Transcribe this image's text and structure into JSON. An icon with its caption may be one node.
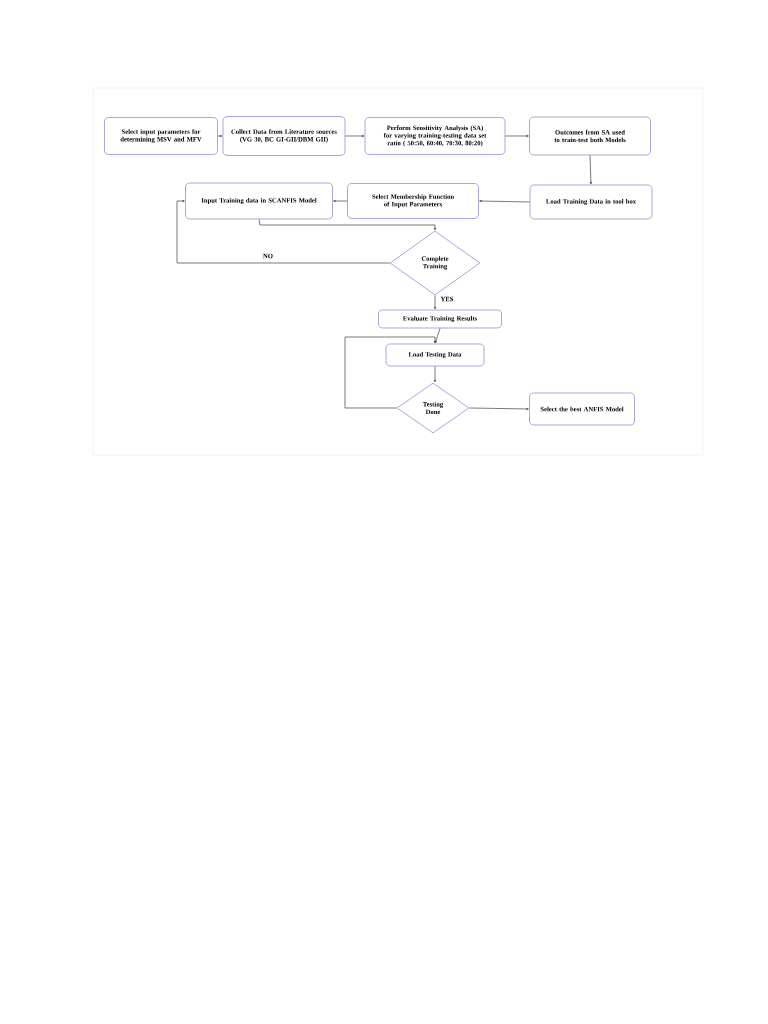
{
  "diagram": {
    "nodes": [
      {
        "text": [
          "Select input parameters for determining MSV and MFV"
        ]
      },
      {
        "text": [
          "Collect Data from Literature sources (VG 30, BC GI-GII/DBM GII)"
        ]
      },
      {
        "text": [
          "Perform Sensitivity Analysis (SA) for varying training-testing data set ratio ( 50:50, 60:40, 70:30, 80:20)"
        ]
      },
      {
        "text": [
          "Outcomes from SA used to train-test both Models"
        ]
      },
      {
        "text": [
          "Load Training Data in tool box"
        ]
      },
      {
        "text": [
          "Select Membership Function of Input Parameters"
        ]
      },
      {
        "text": [
          "Input Training data in SCANFIS Model"
        ]
      },
      {
        "text": [
          "Complete Training"
        ]
      },
      {
        "text": [
          "Evaluate Training Results"
        ]
      },
      {
        "text": [
          "Load Testing Data"
        ]
      },
      {
        "text": [
          "Testing Done"
        ]
      },
      {
        "text": [
          "Select the best ANFIS Model"
        ]
      }
    ],
    "edges": [
      {
        "from": 0,
        "to": 1,
        "arrow": "to"
      },
      {
        "from": 1,
        "to": 2,
        "arrow": "to"
      },
      {
        "from": 2,
        "to": 3,
        "arrow": "to"
      },
      {
        "from": 3,
        "to": 4,
        "arrow": "to"
      },
      {
        "from": 4,
        "to": 5,
        "arrow": "to"
      },
      {
        "from": 5,
        "to": 6,
        "arrow": "to"
      },
      {
        "from": 6,
        "to": 7,
        "arrow": "to"
      },
      {
        "from": 7,
        "to": 6,
        "arrow": "to",
        "label": "NO"
      },
      {
        "from": 7,
        "to": 8,
        "arrow": "to",
        "label": "YES"
      },
      {
        "from": 8,
        "to": 9,
        "arrow": "to"
      },
      {
        "from": 9,
        "to": 10,
        "arrow": "to"
      },
      {
        "from": 10,
        "to": 9,
        "arrow": "to"
      },
      {
        "from": 10,
        "to": 11,
        "arrow": "to"
      }
    ]
  }
}
